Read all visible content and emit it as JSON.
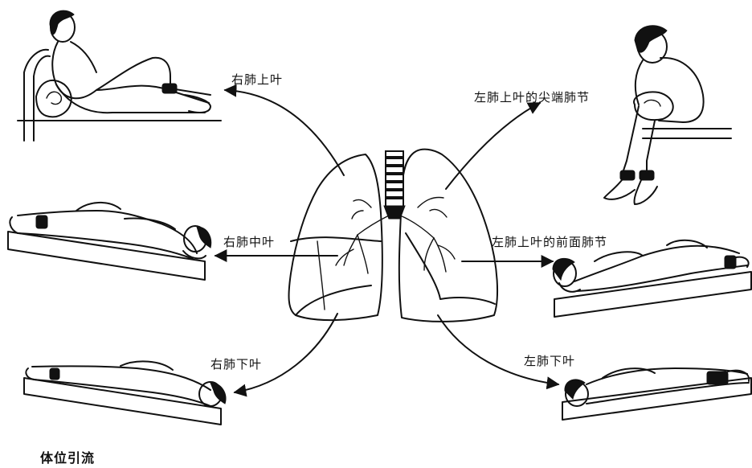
{
  "labels": {
    "right_upper": "右肺上叶",
    "left_upper_apical": "左肺上叶的尖端肺节",
    "right_middle": "右肺中叶",
    "left_upper_anterior": "左肺上叶的前面肺节",
    "right_lower": "右肺下叶",
    "left_lower": "左肺下叶"
  },
  "caption": "体位引流"
}
